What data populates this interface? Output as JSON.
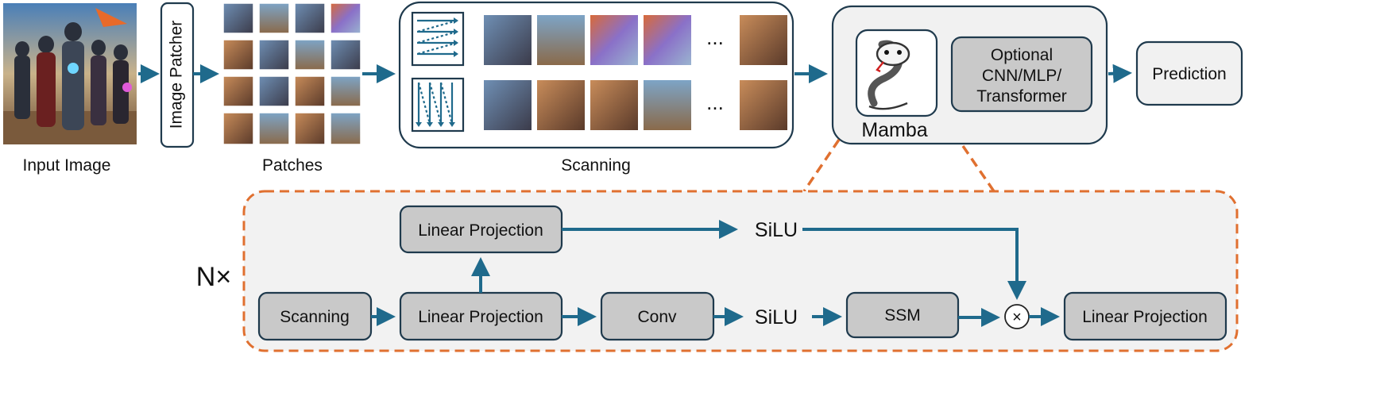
{
  "colors": {
    "arrow": "#1f6a8c",
    "box_fill": "#c9c9c9",
    "panel_fill": "#f1f1f1",
    "border": "#1f3a4d",
    "dashed_orange": "#e07030"
  },
  "top": {
    "input_image_label": "Input Image",
    "image_patcher_label": "Image Patcher",
    "patches_label": "Patches",
    "scanning_label": "Scanning",
    "ellipsis": "...",
    "mamba_label": "Mamba",
    "optional_line1": "Optional",
    "optional_line2": "CNN/MLP/",
    "optional_line3": "Transformer",
    "prediction_label": "Prediction"
  },
  "block": {
    "repeat_label": "N×",
    "scanning": "Scanning",
    "linear_projection_in": "Linear Projection",
    "linear_projection_gate": "Linear Projection",
    "conv": "Conv",
    "silu_main": "SiLU",
    "silu_gate": "SiLU",
    "ssm": "SSM",
    "multiply_symbol": "×",
    "linear_projection_out": "Linear Projection"
  },
  "icons": {
    "input_image": "superhero-illustration",
    "scan_horizontal": "horizontal-scan-icon",
    "scan_vertical": "vertical-scan-icon",
    "mamba": "snake-icon",
    "multiply": "multiply-circle-icon"
  }
}
